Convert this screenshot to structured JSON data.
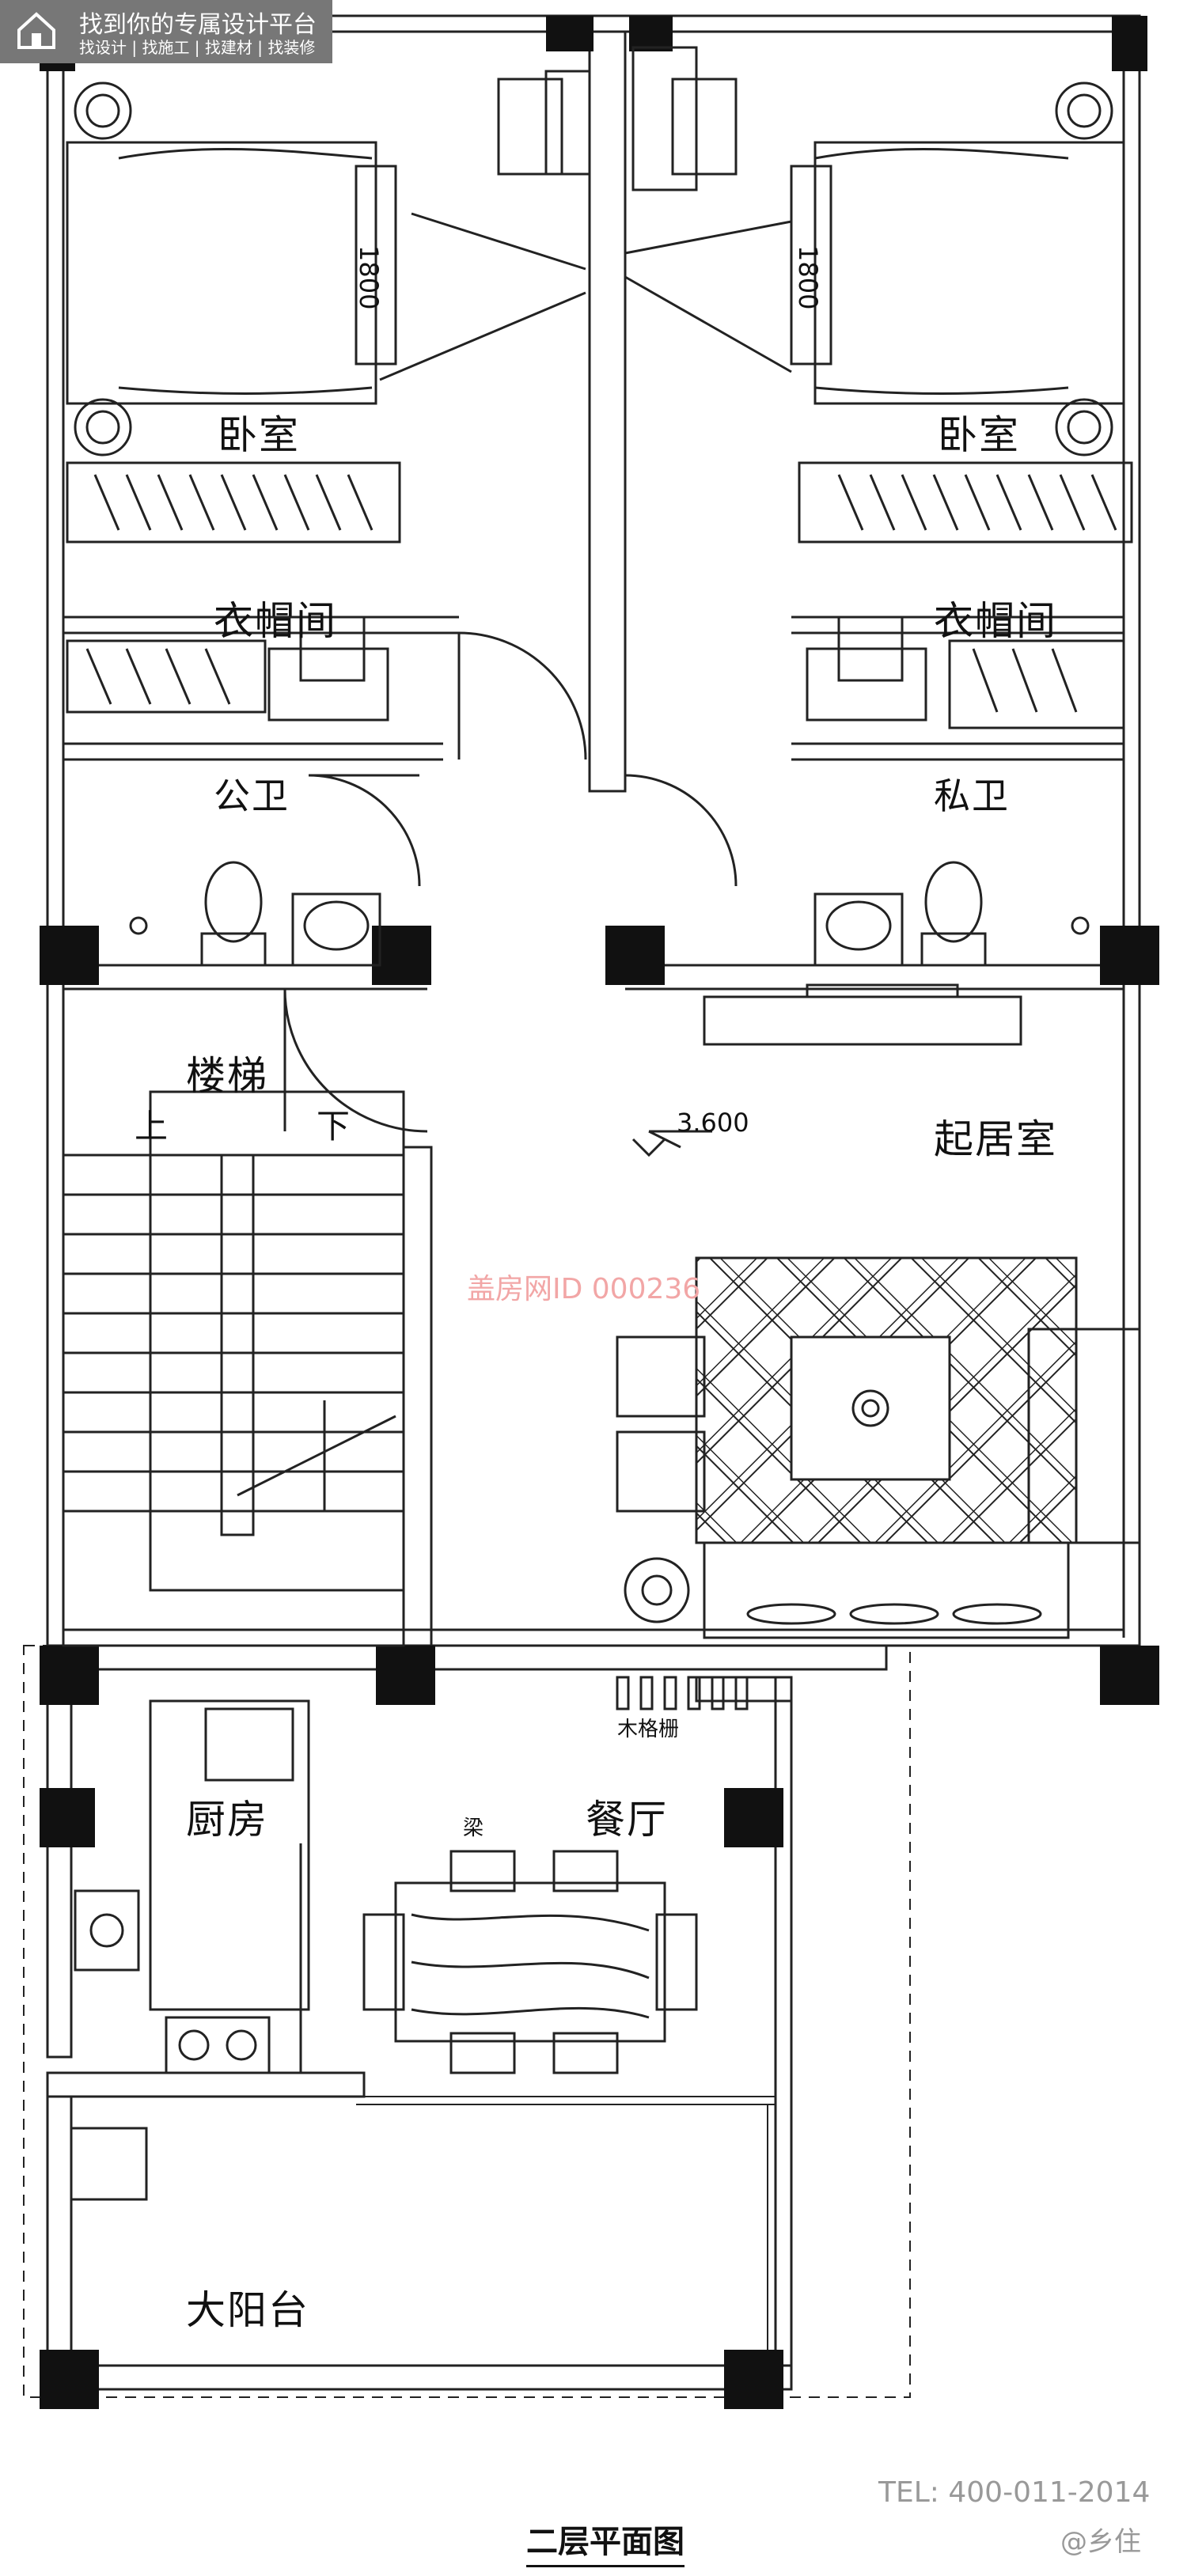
{
  "logo": {
    "main": "找到你的专属设计平台",
    "sub": "找设计 | 找施工 | 找建材 | 找装修"
  },
  "rooms": {
    "bedroom_left": "卧室",
    "bedroom_right": "卧室",
    "closet_left": "衣帽间",
    "closet_right": "衣帽间",
    "bath_public": "公卫",
    "bath_private": "私卫",
    "stairs": "楼梯",
    "stairs_up": "上",
    "stairs_down": "下",
    "living": "起居室",
    "kitchen": "厨房",
    "dining": "餐厅",
    "balcony": "大阳台",
    "beam": "梁",
    "wood_grille": "木格栅"
  },
  "dimensions": {
    "bed_left": "1800",
    "bed_right": "1800"
  },
  "level_mark": "3.600",
  "watermark": "盖房网ID 000236",
  "contact": {
    "tel": "TEL: 400-011-2014",
    "brand": "@乡住"
  },
  "plan_title": "二层平面图",
  "colors": {
    "wall": "#111111",
    "line": "#222222",
    "watermark": "#f2a6a6"
  }
}
